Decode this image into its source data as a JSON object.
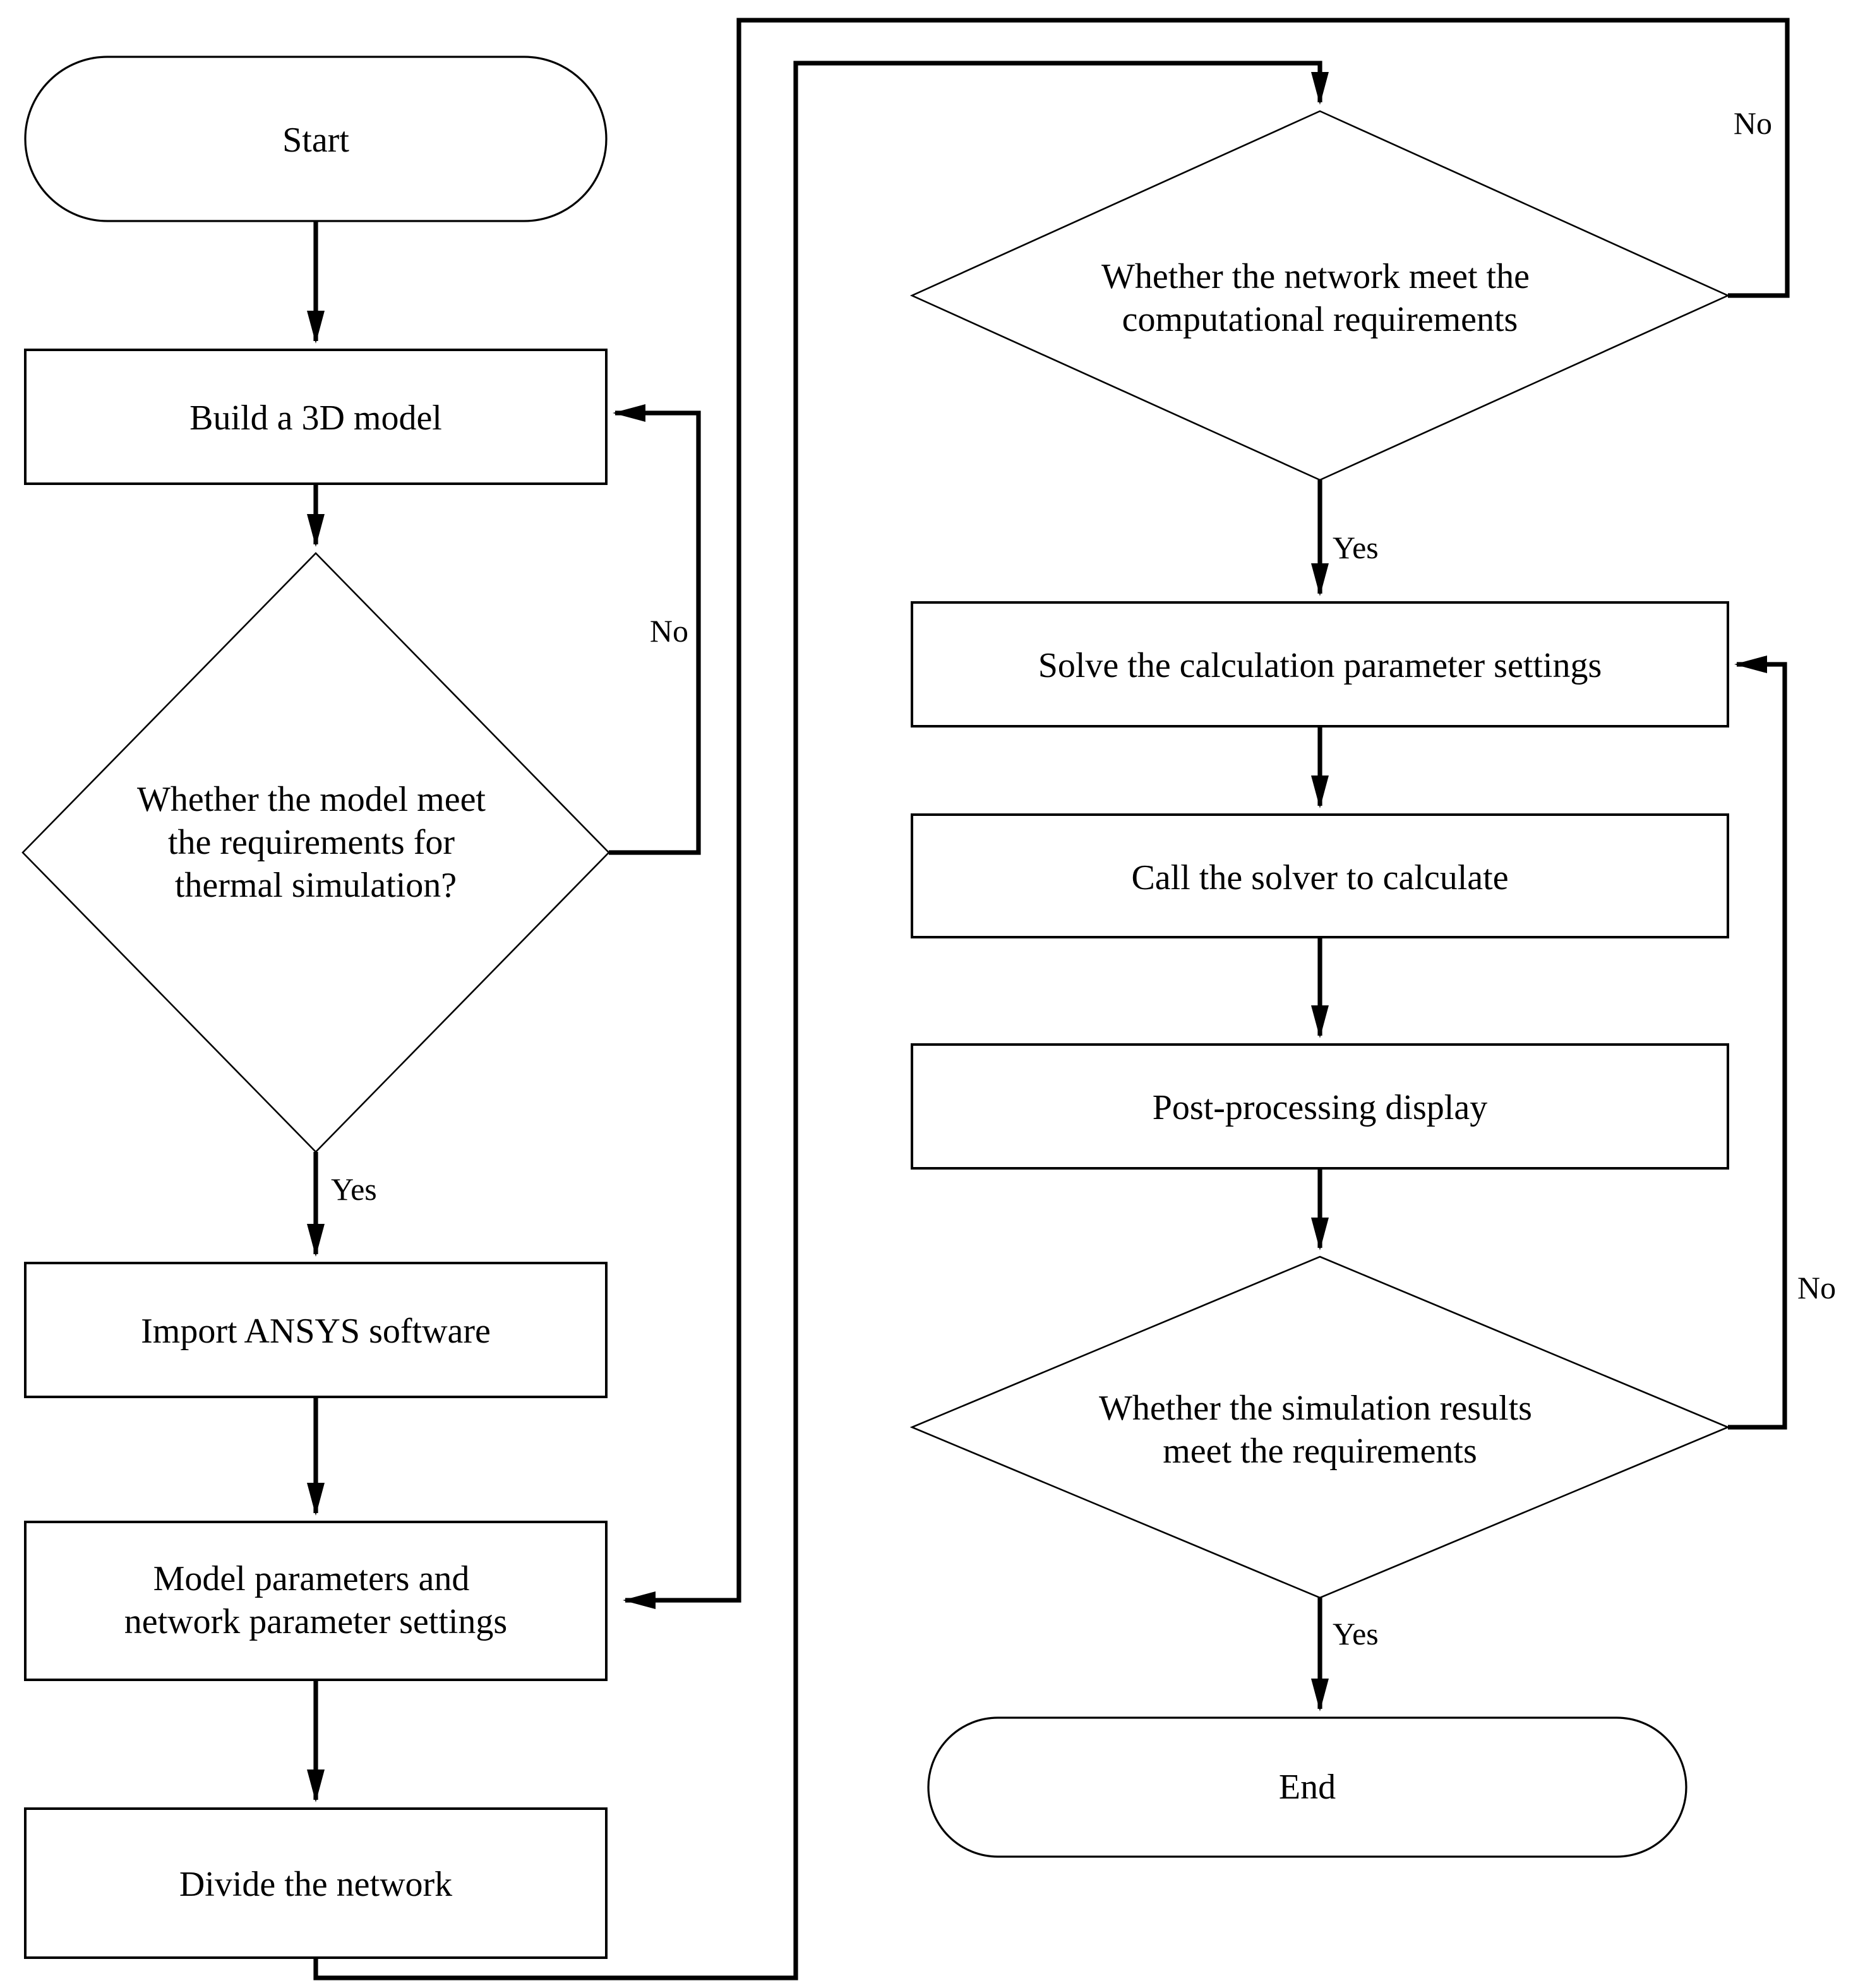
{
  "title": "Thermal simulation workflow flowchart",
  "colors": {
    "stroke": "#000000",
    "background": "#ffffff"
  },
  "nodes": {
    "start": {
      "label": "Start"
    },
    "build": {
      "label": "Build a 3D model"
    },
    "decision_model": {
      "lines": [
        "Whether the model meet",
        "the requirements for",
        "thermal simulation?"
      ]
    },
    "import_ansys": {
      "label": "Import ANSYS software"
    },
    "parameters": {
      "lines": [
        "Model parameters and",
        "network parameter settings"
      ]
    },
    "divide": {
      "label": "Divide the network"
    },
    "decision_network": {
      "lines": [
        "Whether the network meet the",
        "computational requirements"
      ]
    },
    "solve": {
      "label": "Solve the calculation parameter settings"
    },
    "call_solver": {
      "label": "Call the solver to calculate"
    },
    "post_processing": {
      "label": "Post-processing display"
    },
    "decision_results": {
      "lines": [
        "Whether the simulation results",
        "meet the requirements"
      ]
    },
    "end": {
      "label": "End"
    }
  },
  "edge_labels": {
    "model_yes": "Yes",
    "model_no": "No",
    "network_yes": "Yes",
    "network_no": "No",
    "results_yes": "Yes",
    "results_no": "No"
  }
}
